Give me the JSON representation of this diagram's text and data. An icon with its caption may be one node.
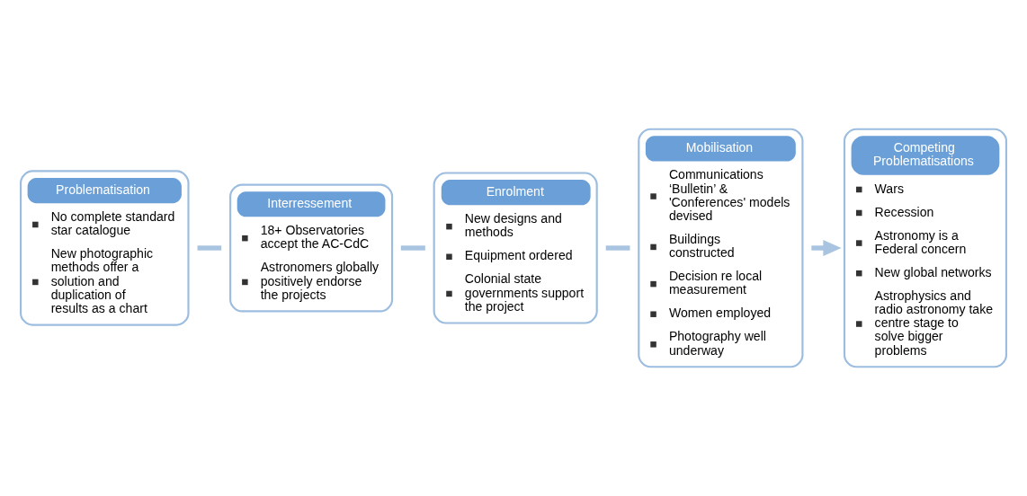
{
  "diagram": {
    "nodes": [
      {
        "text": [
          "Problematisation",
          "No complete standard star catalogue",
          "New photographic methods offer a solution and duplication of results as a chart"
        ]
      },
      {
        "text": [
          "Interressement",
          "18+ Observatories accept the AC-CdC",
          "Astronomers globally positively endorse the projects"
        ]
      },
      {
        "text": [
          "Enrolment",
          "New designs and methods",
          "Equipment ordered",
          "Colonial state governments support the project"
        ]
      },
      {
        "text": [
          "Mobilisation",
          "Communications ‘Bulletin’ & 'Conferences' models devised",
          "Buildings constructed",
          "Decision re local measurement",
          "Women employed",
          "Photography well underway"
        ]
      },
      {
        "text": [
          "Competing Problematisations",
          "Wars",
          "Recession",
          "Astronomy is a Federal concern",
          "New global networks",
          "Astrophysics and radio astronomy take centre stage to solve bigger problems"
        ]
      }
    ],
    "edges": [
      {
        "from": 0,
        "to": 1,
        "arrow": "none"
      },
      {
        "from": 1,
        "to": 2,
        "arrow": "none"
      },
      {
        "from": 2,
        "to": 3,
        "arrow": "none"
      },
      {
        "from": 3,
        "to": 4,
        "arrow": "to"
      }
    ]
  }
}
